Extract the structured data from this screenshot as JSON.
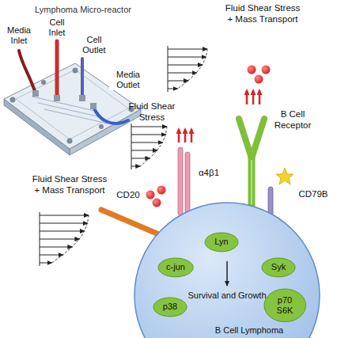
{
  "diagram": {
    "title": "Lymphoma Micro-reactor",
    "nodes": [
      {
        "text": [
          "Survival and Growth",
          "B Cell Lymphoma"
        ]
      },
      {
        "text": [
          "Lyn"
        ],
        "in": 0
      },
      {
        "text": [
          "c-jun"
        ],
        "in": 0
      },
      {
        "text": [
          "Syk"
        ],
        "in": 0
      },
      {
        "text": [
          "p38"
        ],
        "in": 0
      },
      {
        "text": [
          "p70 S6K"
        ],
        "in": 0
      }
    ],
    "labels": [
      "Media Inlet",
      "Cell Inlet",
      "Cell Outlet",
      "Media Outlet",
      "Fluid Shear Stress + Mass Transport",
      "Fluid Shear Stress",
      "B Cell Receptor",
      "α4β1",
      "CD79B",
      "Fluid Shear Stress + Mass Transport",
      "CD20"
    ]
  }
}
